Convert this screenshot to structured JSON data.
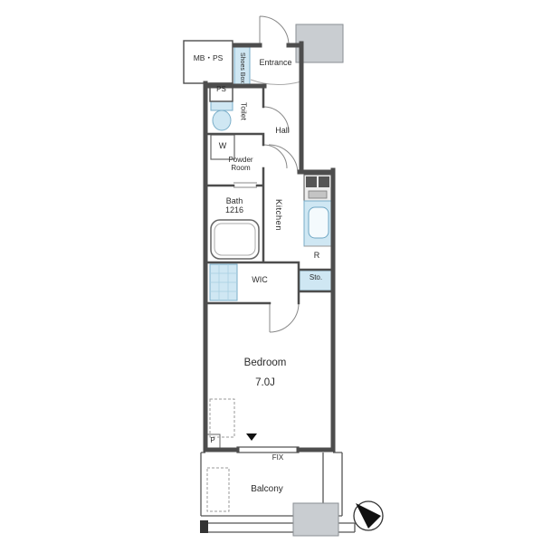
{
  "floor_plan": {
    "rooms": {
      "mb_ps": "MB・PS",
      "shoes_box": "Shoes Box",
      "entrance": "Entrance",
      "ps": "PS",
      "toilet": "Toilet",
      "hall": "Hall",
      "washer": "W",
      "powder_room": "Powder Room",
      "bath": "Bath 1216",
      "kitchen": "Kitchen",
      "fridge": "R",
      "storage": "Sto.",
      "wic": "WIC",
      "bedroom": "Bedroom",
      "bedroom_size": "7.0J",
      "pipe_space": "P",
      "fixed_window": "FIX",
      "balcony": "Balcony"
    },
    "colors": {
      "wall": "#4d4d4d",
      "fixture_blue": "#cfe7f3",
      "gray_block": "#c9cdd1"
    }
  }
}
